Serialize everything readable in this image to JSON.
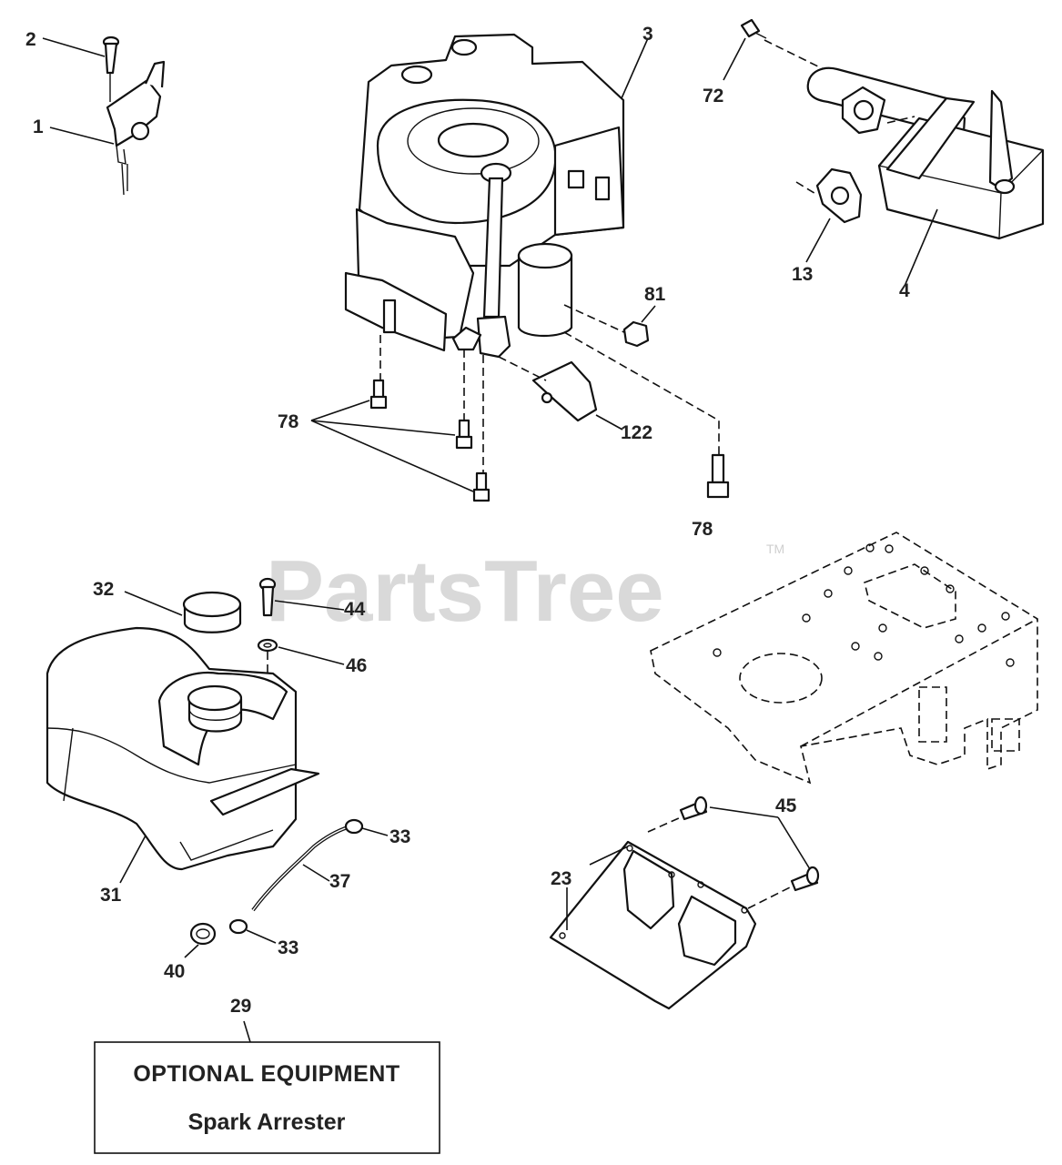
{
  "watermark": {
    "brand": "PartsTree",
    "trademark": "TM"
  },
  "callouts": {
    "c1": "1",
    "c2": "2",
    "c3": "3",
    "c4": "4",
    "c13": "13",
    "c72": "72",
    "c81": "81",
    "c78a": "78",
    "c78b": "78",
    "c122": "122",
    "c32": "32",
    "c44": "44",
    "c46": "46",
    "c31": "31",
    "c33a": "33",
    "c33b": "33",
    "c37": "37",
    "c40": "40",
    "c29": "29",
    "c45": "45",
    "c23": "23"
  },
  "optional_box": {
    "title": "OPTIONAL EQUIPMENT",
    "subtitle": "Spark Arrester"
  }
}
